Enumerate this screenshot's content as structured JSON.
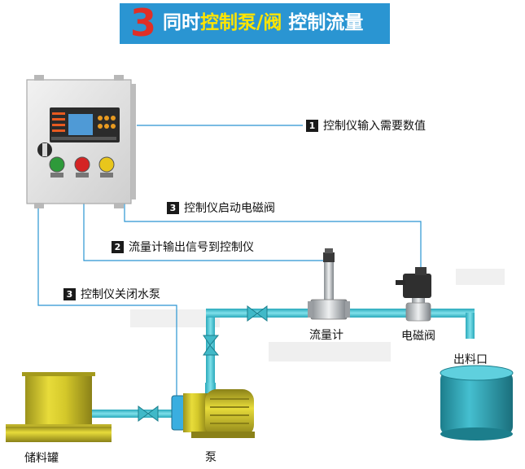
{
  "banner": {
    "number": "3",
    "text_pre": "同时",
    "text_highlight": "控制泵/阀",
    "text_post": " 控制流量"
  },
  "steps": [
    {
      "num": "1",
      "text": "控制仪输入需要数值"
    },
    {
      "num": "3",
      "text": "控制仪启动电磁阀"
    },
    {
      "num": "2",
      "text": "流量计输出信号到控制仪"
    },
    {
      "num": "3",
      "text": "控制仪关闭水泵"
    }
  ],
  "labels": {
    "flowmeter": "流量计",
    "solenoid_valve": "电磁阀",
    "outlet": "出料口",
    "storage_tank": "储料罐",
    "pump": "泵"
  },
  "colors": {
    "banner_bg": "#2a95d2",
    "banner_number": "#e02f26",
    "banner_highlight": "#ffe400",
    "pipe": "#3ec3d3",
    "signal_line": "#2a95d2",
    "equipment": "#d9cc2c",
    "outlet_vessel": "#2aa6b8",
    "cabinet": "#e4e4e4"
  }
}
